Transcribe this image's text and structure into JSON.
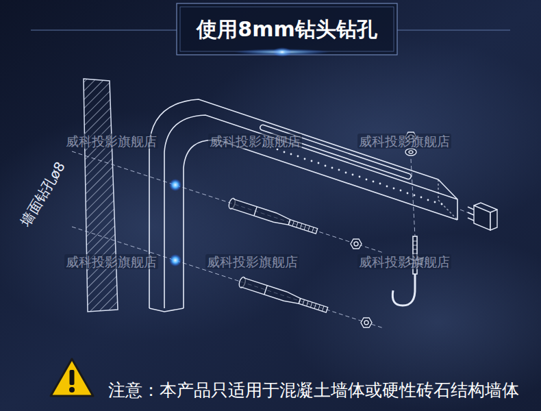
{
  "diagram": {
    "title": "使用8mm钻头钻孔",
    "labels": [
      "威科投影旗舰店",
      "威科投影旗舰店",
      "威科投影旗舰店",
      "墙面钻孔ø8",
      "威科投影旗舰店",
      "威科投影旗舰店",
      "威科投影旗舰店",
      "注意：本产品只适用于混凝土墙体或硬性砖石结构墙体"
    ]
  }
}
